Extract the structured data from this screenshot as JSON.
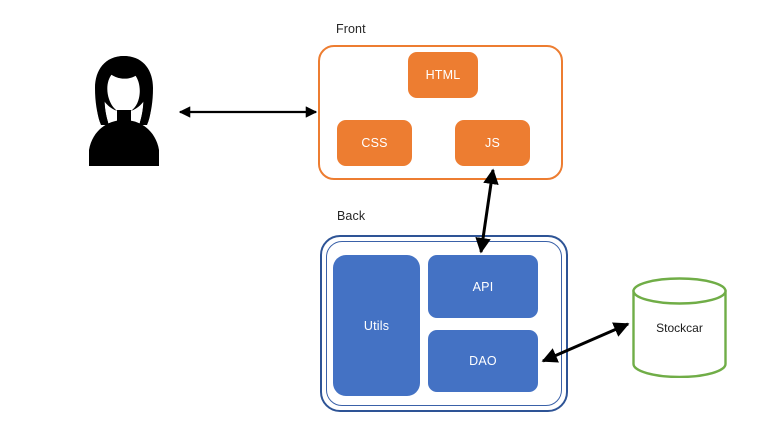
{
  "diagram": {
    "title_visible": false,
    "background_color": "#ffffff",
    "actor": {
      "icon": "user-person-icon",
      "color": "#000000"
    },
    "groups": [
      {
        "key": "front",
        "label": "Front",
        "border_color": "#ED7D31",
        "nodes": [
          {
            "key": "html",
            "label": "HTML",
            "color": "#ED7D31"
          },
          {
            "key": "css",
            "label": "CSS",
            "color": "#ED7D31"
          },
          {
            "key": "js",
            "label": "JS",
            "color": "#ED7D31"
          }
        ]
      },
      {
        "key": "back",
        "label": "Back",
        "border_color": "#2E5496",
        "nodes": [
          {
            "key": "utils",
            "label": "Utils",
            "color": "#4472C4"
          },
          {
            "key": "api",
            "label": "API",
            "color": "#4472C4"
          },
          {
            "key": "dao",
            "label": "DAO",
            "color": "#4472C4"
          }
        ]
      }
    ],
    "database": {
      "key": "stockcar",
      "label": "Stockcar",
      "shape": "cylinder",
      "border_color": "#70AD47",
      "fill_color": "#ffffff"
    },
    "connections": [
      {
        "key": "user-front",
        "from": "user",
        "to": "front-container",
        "style": "double-arrow",
        "color": "#000000"
      },
      {
        "key": "js-api",
        "from": "js",
        "to": "api",
        "style": "double-arrow",
        "color": "#000000"
      },
      {
        "key": "dao-stockcar",
        "from": "dao",
        "to": "stockcar",
        "style": "double-arrow",
        "color": "#000000"
      }
    ]
  }
}
